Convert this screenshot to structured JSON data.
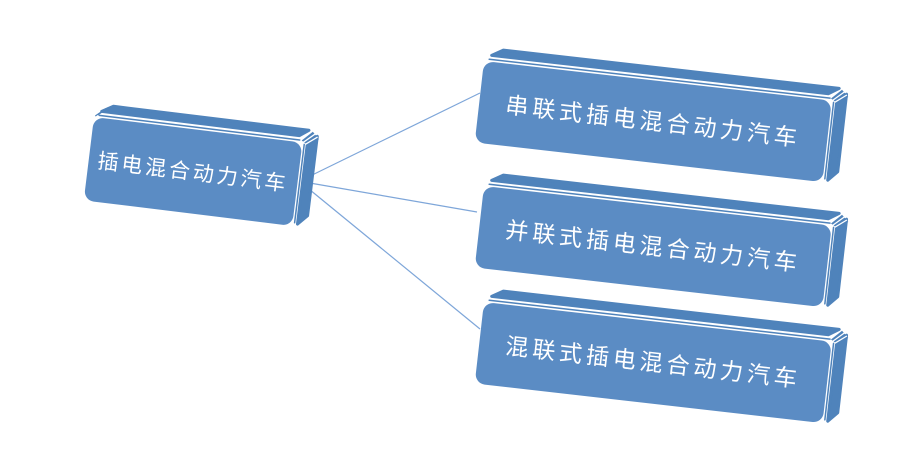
{
  "diagram": {
    "type": "smartart-hierarchy",
    "root": {
      "label": "插电混合动力汽车"
    },
    "children": [
      {
        "label": "串联式插电混合动力汽车"
      },
      {
        "label": "并联式插电混合动力汽车"
      },
      {
        "label": "混联式插电混合动力汽车"
      }
    ],
    "colors": {
      "face": "#5b8cc4",
      "bevel": "#4f83bb",
      "connector": "#7ea6d9",
      "text": "#ffffff",
      "background": "#ffffff"
    }
  }
}
